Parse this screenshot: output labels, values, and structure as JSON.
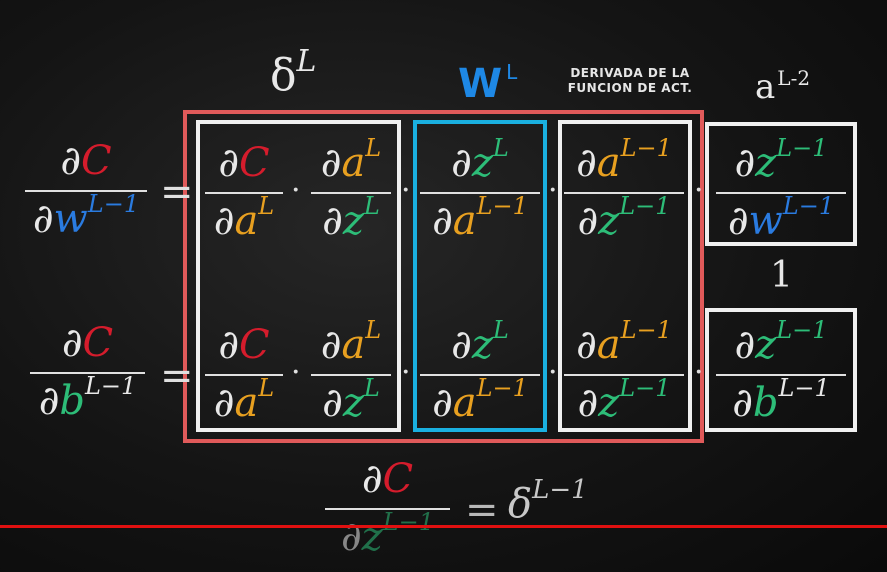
{
  "labels": {
    "delta_top": "δ",
    "delta_top_sup": "L",
    "weight": "W",
    "weight_sup": "L",
    "deriv_line1": "DERIVADA DE LA",
    "deriv_line2": "FUNCION DE ACT.",
    "activation": "a",
    "activation_sup": "L-2",
    "one": "1"
  },
  "symbols": {
    "partial": "∂",
    "equals": "=",
    "cdot": "·"
  },
  "vars": {
    "C": "C",
    "w": "w",
    "b": "b",
    "a": "a",
    "z": "z",
    "L": "L",
    "Lm1": "L−1",
    "delta": "δ"
  },
  "colors": {
    "cost": "#d51c2c",
    "activation": "#e8a020",
    "z": "#2dbd78",
    "weight": "#2a7be0",
    "bias": "#2dbd78",
    "delta_box": "#e05a5a",
    "weight_box": "#1ab0e0",
    "white_box": "#f0f0f0",
    "underline": "#e01010"
  }
}
